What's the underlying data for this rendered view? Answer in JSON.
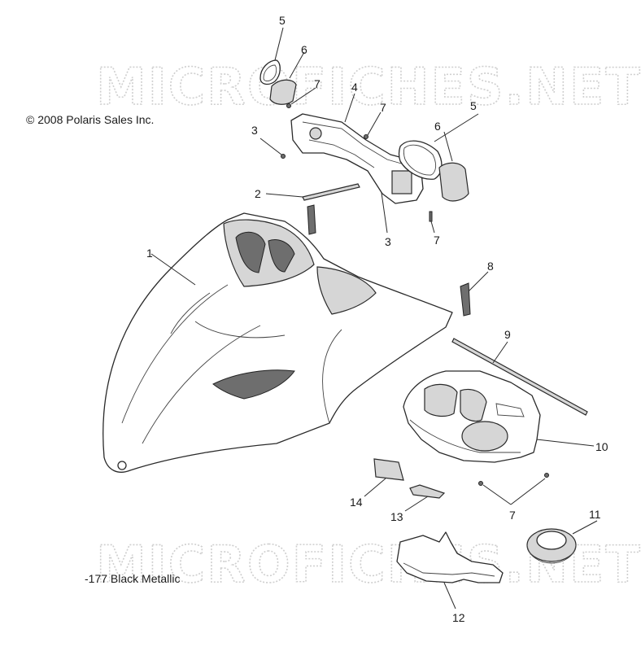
{
  "copyright": "© 2008 Polaris Sales Inc.",
  "color_note": "-177 Black Metallic",
  "watermark": "MICROFICHES.NET",
  "callouts": {
    "c1": "1",
    "c2": "2",
    "c3a": "3",
    "c3b": "3",
    "c4": "4",
    "c5a": "5",
    "c5b": "5",
    "c6a": "6",
    "c6b": "6",
    "c7a": "7",
    "c7b": "7",
    "c7c": "7",
    "c7d": "7",
    "c8": "8",
    "c9": "9",
    "c10": "10",
    "c11": "11",
    "c12": "12",
    "c13": "13",
    "c14": "14"
  }
}
